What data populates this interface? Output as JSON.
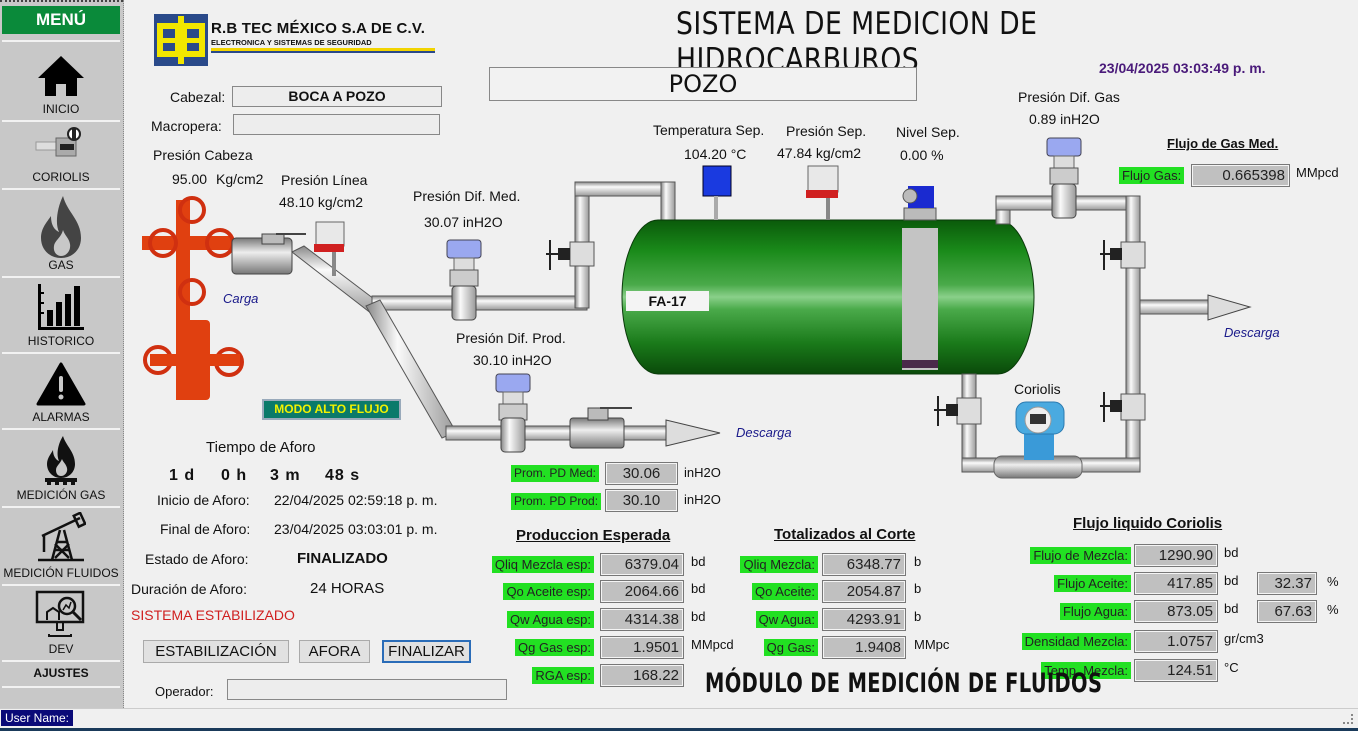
{
  "sidebar": {
    "title": "MENÚ",
    "items": [
      {
        "label": "INICIO",
        "icon": "home-icon"
      },
      {
        "label": "CORIOLIS",
        "icon": "coriolis-meter-icon"
      },
      {
        "label": "GAS",
        "icon": "flame-icon"
      },
      {
        "label": "HISTORICO",
        "icon": "bar-chart-icon"
      },
      {
        "label": "ALARMAS",
        "icon": "warning-icon"
      },
      {
        "label": "MEDICIÓN GAS",
        "icon": "gas-burner-icon"
      },
      {
        "label": "MEDICIÓN FLUIDOS",
        "icon": "pumpjack-icon"
      },
      {
        "label": "DEV",
        "icon": "monitor-analytics-icon"
      },
      {
        "label": "AJUSTES"
      }
    ]
  },
  "header": {
    "company": "R.B TEC MÉXICO S.A DE C.V.",
    "company_sub": "ELECTRONICA Y SISTEMAS DE SEGURIDAD",
    "title": "SISTEMA DE MEDICION DE HIDROCARBUROS",
    "datetime": "23/04/2025 03:03:49 p. m.",
    "well_name": "POZO"
  },
  "well_info": {
    "cabezal_label": "Cabezal:",
    "cabezal_value": "BOCA A POZO",
    "macropera_label": "Macropera:",
    "macropera_value": ""
  },
  "diagram": {
    "presion_cabeza": {
      "label": "Presión Cabeza",
      "value": "95.00",
      "unit": "Kg/cm2"
    },
    "presion_linea": {
      "label": "Presión Línea",
      "value": "48.10 kg/cm2"
    },
    "presion_dif_med": {
      "label": "Presión Dif. Med.",
      "value": "30.07 inH2O"
    },
    "presion_dif_prod": {
      "label": "Presión Dif. Prod.",
      "value": "30.10 inH2O"
    },
    "temperatura_sep": {
      "label": "Temperatura Sep.",
      "value": "104.20 °C"
    },
    "presion_sep": {
      "label": "Presión Sep.",
      "value": "47.84 kg/cm2"
    },
    "nivel_sep": {
      "label": "Nivel Sep.",
      "value": "0.00 %",
      "level_fraction": 0.0
    },
    "presion_dif_gas": {
      "label": "Presión Dif. Gas",
      "value": "0.89 inH2O"
    },
    "separator_tag": "FA-17",
    "carga_label": "Carga",
    "descarga_label": "Descarga",
    "coriolis_label": "Coriolis",
    "mode_badge": "MODO ALTO FLUJO"
  },
  "gas_flow": {
    "title": "Flujo de Gas Med.",
    "label": "Flujo Gas:",
    "value": "0.665398",
    "unit": "MMpcd"
  },
  "pd_averages": [
    {
      "label": "Prom. PD Med:",
      "value": "30.06",
      "unit": "inH2O"
    },
    {
      "label": "Prom. PD Prod:",
      "value": "30.10",
      "unit": "inH2O"
    }
  ],
  "aforo": {
    "title": "Tiempo de Aforo",
    "days": "1 d",
    "hours": "0 h",
    "minutes": "3 m",
    "seconds": "48 s",
    "inicio_label": "Inicio de Aforo:",
    "inicio_value": "22/04/2025 02:59:18 p. m.",
    "final_label": "Final de Aforo:",
    "final_value": "23/04/2025 03:03:01 p. m.",
    "estado_label": "Estado de Aforo:",
    "estado_value": "FINALIZADO",
    "duracion_label": "Duración de Aforo:",
    "duracion_value": "24 HORAS",
    "system_status": "SISTEMA ESTABILIZADO"
  },
  "controls": {
    "btn_estabilizacion": "ESTABILIZACIÓN",
    "btn_afora": "AFORA",
    "btn_finalizar": "FINALIZAR",
    "operador_label": "Operador:",
    "operador_value": ""
  },
  "produccion_esperada": {
    "title": "Produccion Esperada",
    "rows": [
      {
        "label": "Qliq Mezcla esp:",
        "value": "6379.04",
        "unit": "bd"
      },
      {
        "label": "Qo Aceite esp:",
        "value": "2064.66",
        "unit": "bd"
      },
      {
        "label": "Qw Agua esp:",
        "value": "4314.38",
        "unit": "bd"
      },
      {
        "label": "Qg Gas esp:",
        "value": "1.9501",
        "unit": "MMpcd"
      },
      {
        "label": "RGA esp:",
        "value": "168.22",
        "unit": ""
      }
    ]
  },
  "totalizados": {
    "title": "Totalizados al Corte",
    "rows": [
      {
        "label": "Qliq Mezcla:",
        "value": "6348.77",
        "unit": "b"
      },
      {
        "label": "Qo Aceite:",
        "value": "2054.87",
        "unit": "b"
      },
      {
        "label": "Qw Agua:",
        "value": "4293.91",
        "unit": "b"
      },
      {
        "label": "Qg Gas:",
        "value": "1.9408",
        "unit": "MMpc"
      }
    ]
  },
  "coriolis": {
    "title": "Flujo liquido Coriolis",
    "rows": [
      {
        "label": "Flujo de Mezcla:",
        "value": "1290.90",
        "unit": "bd"
      },
      {
        "label": "Flujo Aceite:",
        "value": "417.85",
        "unit": "bd",
        "pct": "32.37",
        "pct_unit": "%"
      },
      {
        "label": "Flujo Agua:",
        "value": "873.05",
        "unit": "bd",
        "pct": "67.63",
        "pct_unit": "%"
      },
      {
        "label": "Densidad Mezcla:",
        "value": "1.0757",
        "unit": "gr/cm3"
      },
      {
        "label": "Temp. Mezcla:",
        "value": "124.51",
        "unit": "°C"
      }
    ]
  },
  "module_title": "MÓDULO DE MEDICIÓN DE FLUIDOS",
  "statusbar": {
    "user_label": "User Name:"
  },
  "colors": {
    "green_label": "#22e022",
    "menu_green": "#0a8a3a",
    "tank_green": "#1a8a1a",
    "datetime_purple": "#4a1a7a",
    "alert_red": "#d02020"
  }
}
